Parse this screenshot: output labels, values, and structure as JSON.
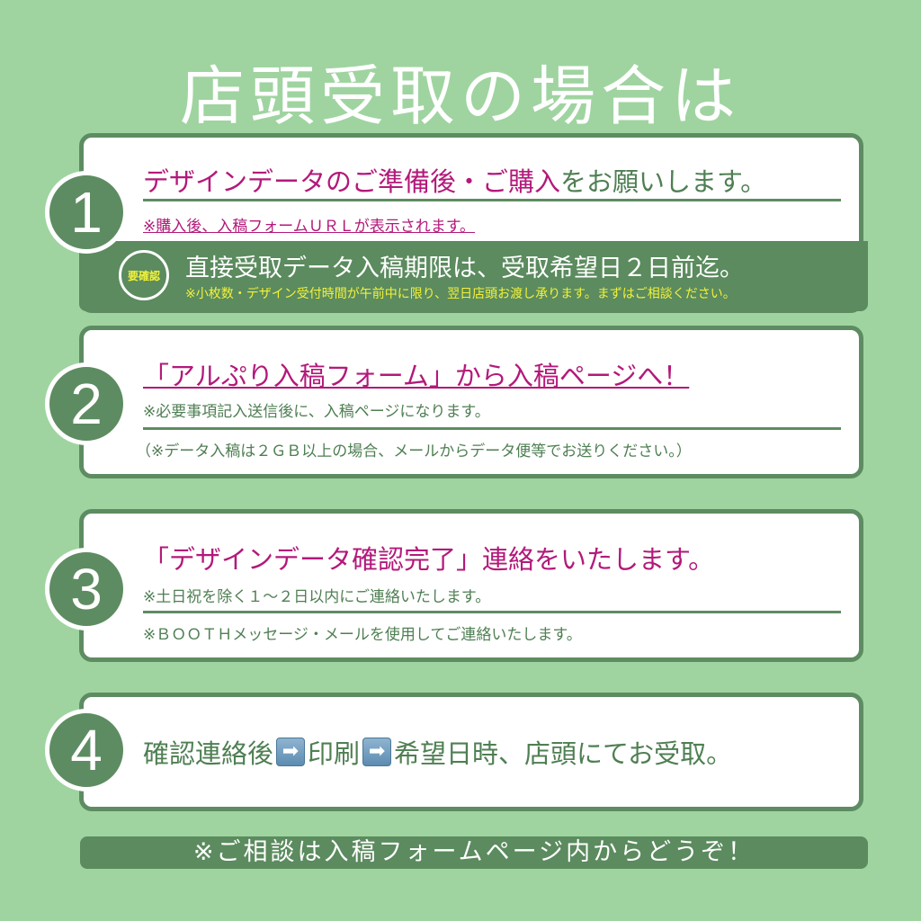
{
  "title": "店頭受取の場合は",
  "steps": [
    {
      "number": "1",
      "headline_pink": "デザインデータのご準備後・ご購入",
      "headline_green": "をお願いします。",
      "note": "※購入後、入稿フォームＵＲＬが表示されます。",
      "band": {
        "badge": "要確認",
        "main": "直接受取データ入稿期限は、受取希望日２日前迄。",
        "sub": "※小枚数・デザイン受付時間が午前中に限り、翌日店頭お渡し承ります。まずはご相談ください。"
      }
    },
    {
      "number": "2",
      "headline": "「アルぷり入稿フォーム」から入稿ページへ！",
      "note": "※必要事項記入送信後に、入稿ページになります。",
      "note2": "（※データ入稿は２ＧＢ以上の場合、メールからデータ便等でお送りください。）"
    },
    {
      "number": "3",
      "headline": "「デザインデータ確認完了」連絡をいたします。",
      "note": "※土日祝を除く１～２日以内にご連絡いたします。",
      "note2": "※ＢＯＯＴＨメッセージ・メールを使用してご連絡いたします。"
    },
    {
      "number": "4",
      "parts": [
        "確認連絡後",
        "印刷",
        "希望日時、店頭にてお受取。"
      ],
      "arrow_icon": "➡"
    }
  ],
  "footer": "※ご相談は入稿フォームページ内からどうぞ！",
  "colors": {
    "background": "#9fd4a0",
    "dark_green": "#5e8c62",
    "pink": "#b3197a",
    "yellow": "#f2f23a"
  }
}
